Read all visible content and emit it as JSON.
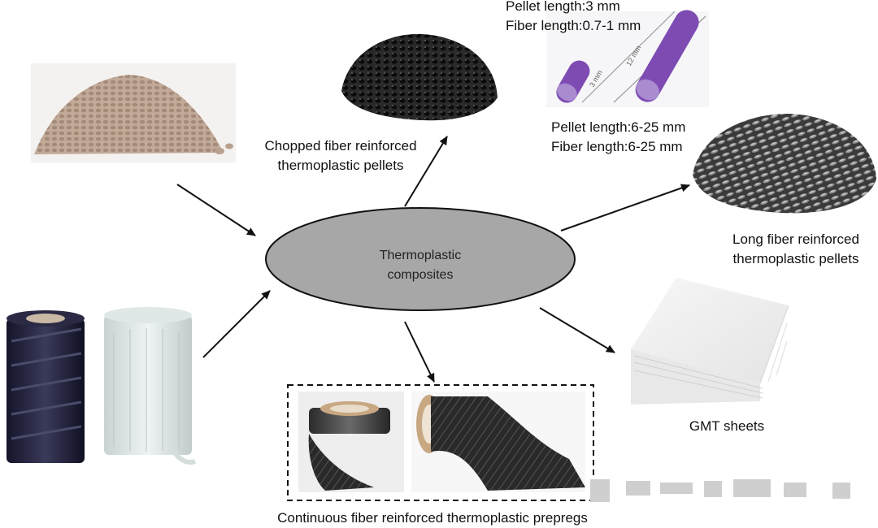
{
  "hub": {
    "line1": "Thermoplastic",
    "line2": "composites"
  },
  "chopped": {
    "line1": "Chopped fiber reinforced",
    "line2": "thermoplastic pellets"
  },
  "short_pellet_spec": {
    "line1": "Pellet length:3 mm",
    "line2": "Fiber length:0.7-1 mm"
  },
  "long_pellet_spec": {
    "line1": "Pellet length:6-25 mm",
    "line2": "Fiber length:6-25 mm"
  },
  "long_fiber": {
    "line1": "Long fiber reinforced",
    "line2": "thermoplastic pellets"
  },
  "gmt": {
    "label": "GMT sheets"
  },
  "prepreg": {
    "label": "Continuous fiber reinforced thermoplastic prepregs"
  },
  "pellet_diagram": {
    "short_dim": "3 mm",
    "long_dim": "12 mm"
  },
  "colors": {
    "hub_fill": "#a7a7a7",
    "pellet_purple": "#7d4bb2",
    "raw_pellets": "#b9a08f",
    "chopped_pellets": "#1f1f1f",
    "long_pellets": "#2f2f2f"
  }
}
